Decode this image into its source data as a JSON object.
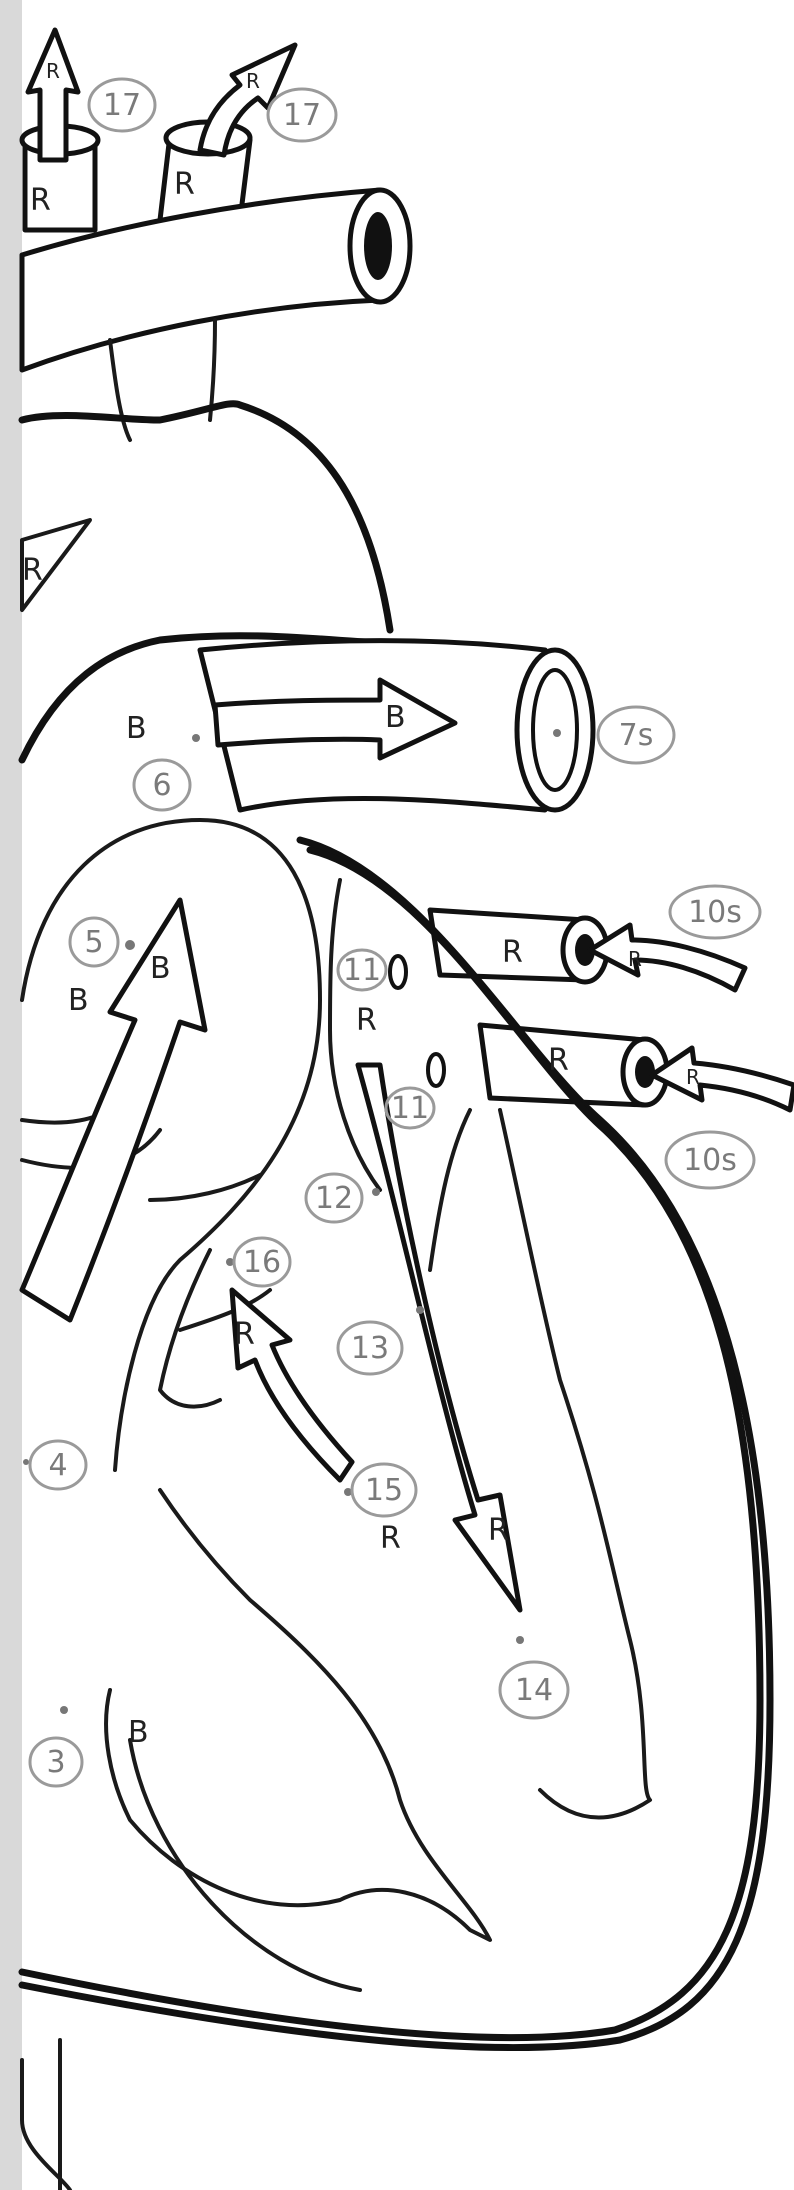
{
  "labels": {
    "n17a": "17",
    "n17b": "17",
    "n7s": "7s",
    "n6": "6",
    "n5": "5",
    "n11a": "11",
    "n11b": "11",
    "n10s_a": "10s",
    "n10s_b": "10s",
    "n12": "12",
    "n16": "16",
    "n13": "13",
    "n4": "4",
    "n15": "15",
    "n14": "14",
    "n3": "3"
  },
  "letters": {
    "r_17a_arrow": "R",
    "r_17b_arrow": "R",
    "r_17a_vessel": "R",
    "r_17b_vessel": "R",
    "r_left_edge": "R",
    "b_atrium": "B",
    "b_pulm_arrow": "B",
    "b_5_left": "B",
    "b_5_arrow": "B",
    "r_11": "R",
    "r_vein1": "R",
    "r_vein1_arrow": "R",
    "r_vein2": "R",
    "r_vein2_arrow": "R",
    "r_16_arrow": "R",
    "r_15": "R",
    "r_down_arrow": "R",
    "b_3": "B"
  }
}
